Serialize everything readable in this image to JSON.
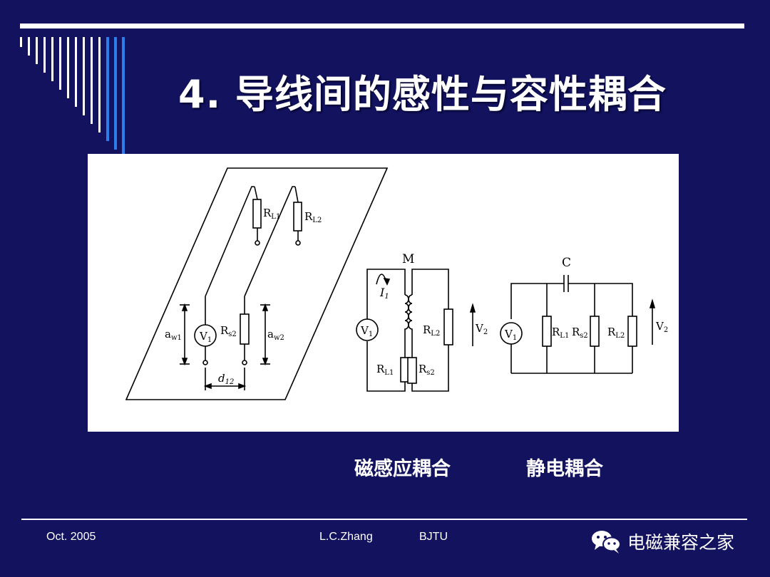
{
  "slide": {
    "title": "4. 导线间的感性与容性耦合",
    "captions": {
      "magnetic": "磁感应耦合",
      "electric": "静电耦合"
    },
    "footer": {
      "date": "Oct. 2005",
      "author": "L.C.Zhang",
      "institution": "BJTU"
    },
    "watermark": {
      "text": "电磁兼容之家",
      "icon": "wechat-icon"
    }
  },
  "figure": {
    "labels": {
      "rl1": "R",
      "rl1_sub": "L1",
      "rl2": "R",
      "rl2_sub": "L2",
      "aw1": "a",
      "aw1_sub": "w1",
      "v1": "V",
      "v1_sub": "1",
      "rs2": "R",
      "rs2_sub": "s2",
      "aw2": "a",
      "aw2_sub": "w2",
      "d12": "d",
      "d12_sub": "12",
      "m": "M",
      "i1": "I",
      "i1_sub": "1",
      "mag_v1": "V",
      "mag_v1_sub": "1",
      "mag_rl2": "R",
      "mag_rl2_sub": "L2",
      "mag_v2": "V",
      "mag_v2_sub": "2",
      "mag_rl1": "R",
      "mag_rl1_sub": "L1",
      "mag_rs2": "R",
      "mag_rs2_sub": "s2",
      "c": "C",
      "el_v1": "V",
      "el_v1_sub": "1",
      "el_rl1": "R",
      "el_rl1_sub": "L1",
      "el_rs2": "R",
      "el_rs2_sub": "s2",
      "el_rl2": "R",
      "el_rl2_sub": "L2",
      "el_v2": "V",
      "el_v2_sub": "2"
    }
  },
  "colors": {
    "background": "#12125e",
    "stripe_white": "#ffffff",
    "stripe_blue": "#2f7de8"
  }
}
